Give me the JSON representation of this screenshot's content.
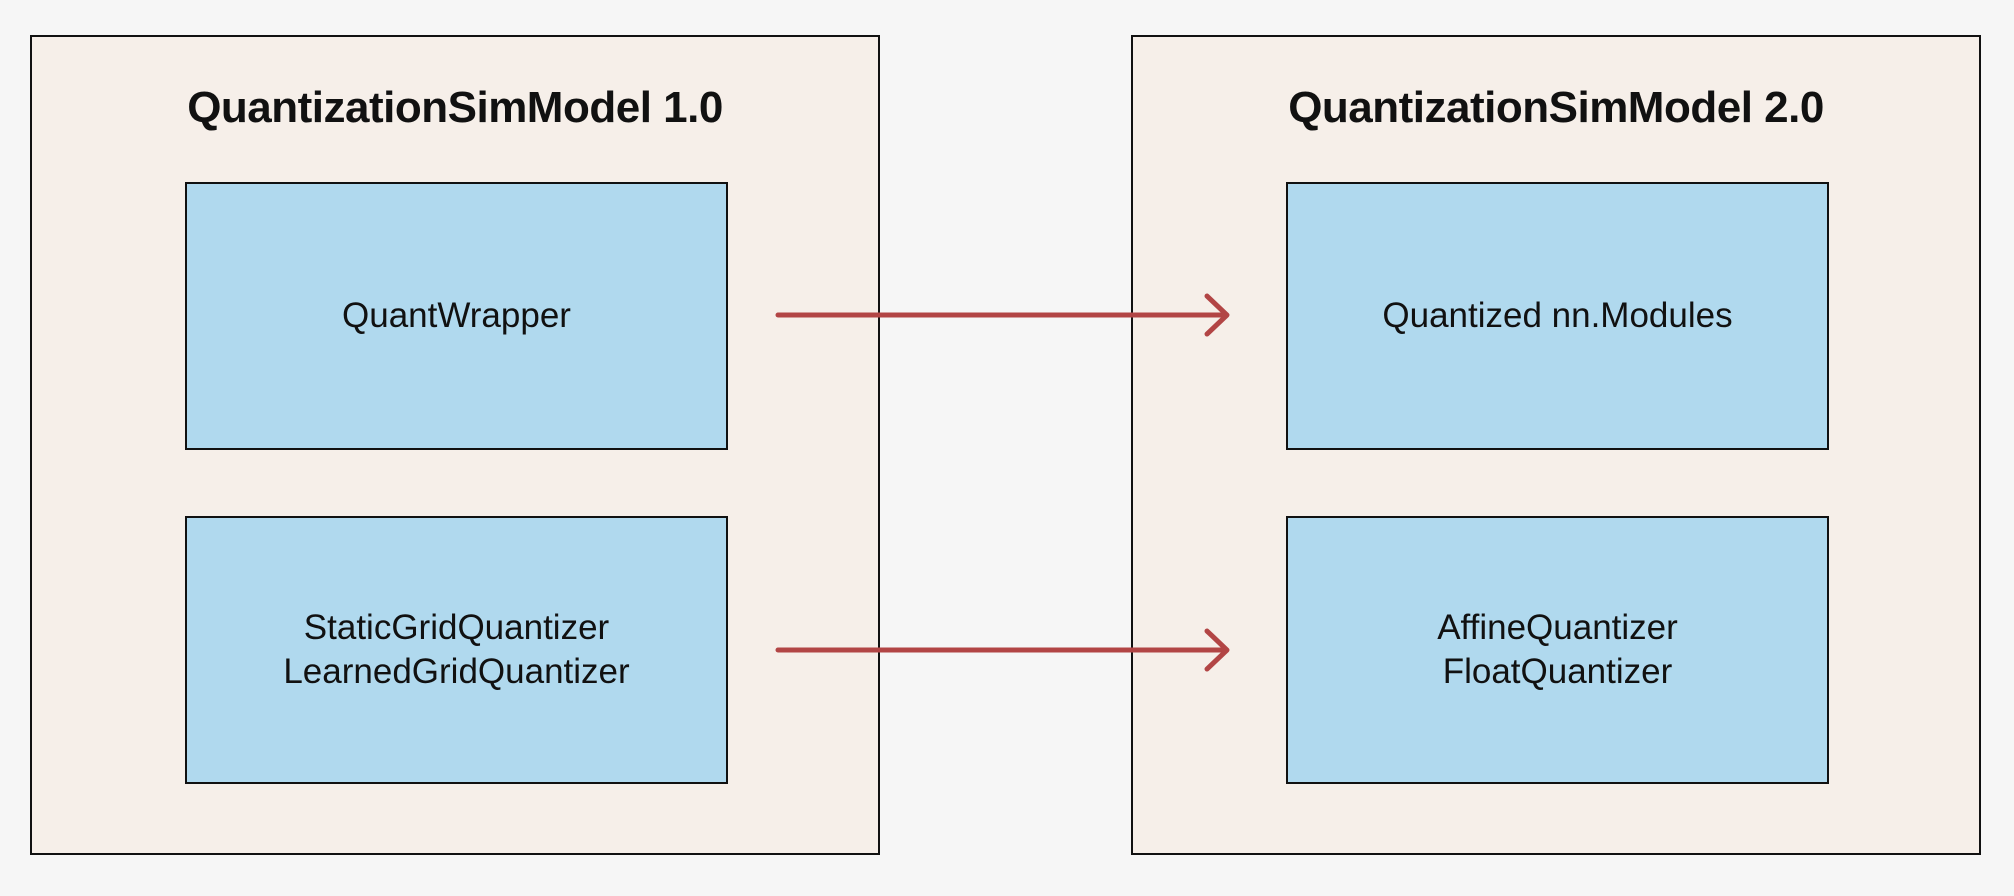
{
  "diagram": {
    "left_panel": {
      "title": "QuantizationSimModel 1.0",
      "top_box": {
        "lines": [
          "QuantWrapper"
        ]
      },
      "bottom_box": {
        "lines": [
          "StaticGridQuantizer",
          "LearnedGridQuantizer"
        ]
      }
    },
    "right_panel": {
      "title": "QuantizationSimModel 2.0",
      "top_box": {
        "lines": [
          "Quantized nn.Modules"
        ]
      },
      "bottom_box": {
        "lines": [
          "AffineQuantizer",
          "FloatQuantizer"
        ]
      }
    },
    "colors": {
      "background": "#f6f6f6",
      "panel_fill": "#f6efe9",
      "box_fill": "#b0d9ee",
      "arrow": "#b24545",
      "border": "#111111"
    }
  }
}
